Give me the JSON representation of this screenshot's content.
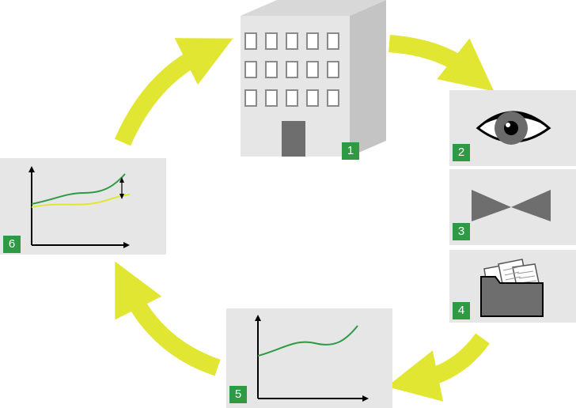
{
  "steps": [
    {
      "number": "1",
      "icon": "building-icon"
    },
    {
      "number": "2",
      "icon": "eye-icon"
    },
    {
      "number": "3",
      "icon": "bowtie-icon"
    },
    {
      "number": "4",
      "icon": "folder-documents-icon"
    },
    {
      "number": "5",
      "icon": "line-chart-icon"
    },
    {
      "number": "6",
      "icon": "comparison-chart-icon"
    }
  ],
  "colors": {
    "arrow": "#e0e632",
    "badge": "#2e9a44",
    "panel": "#e6e6e6",
    "green_line": "#2e9a44",
    "yellow_line": "#e0e632"
  }
}
